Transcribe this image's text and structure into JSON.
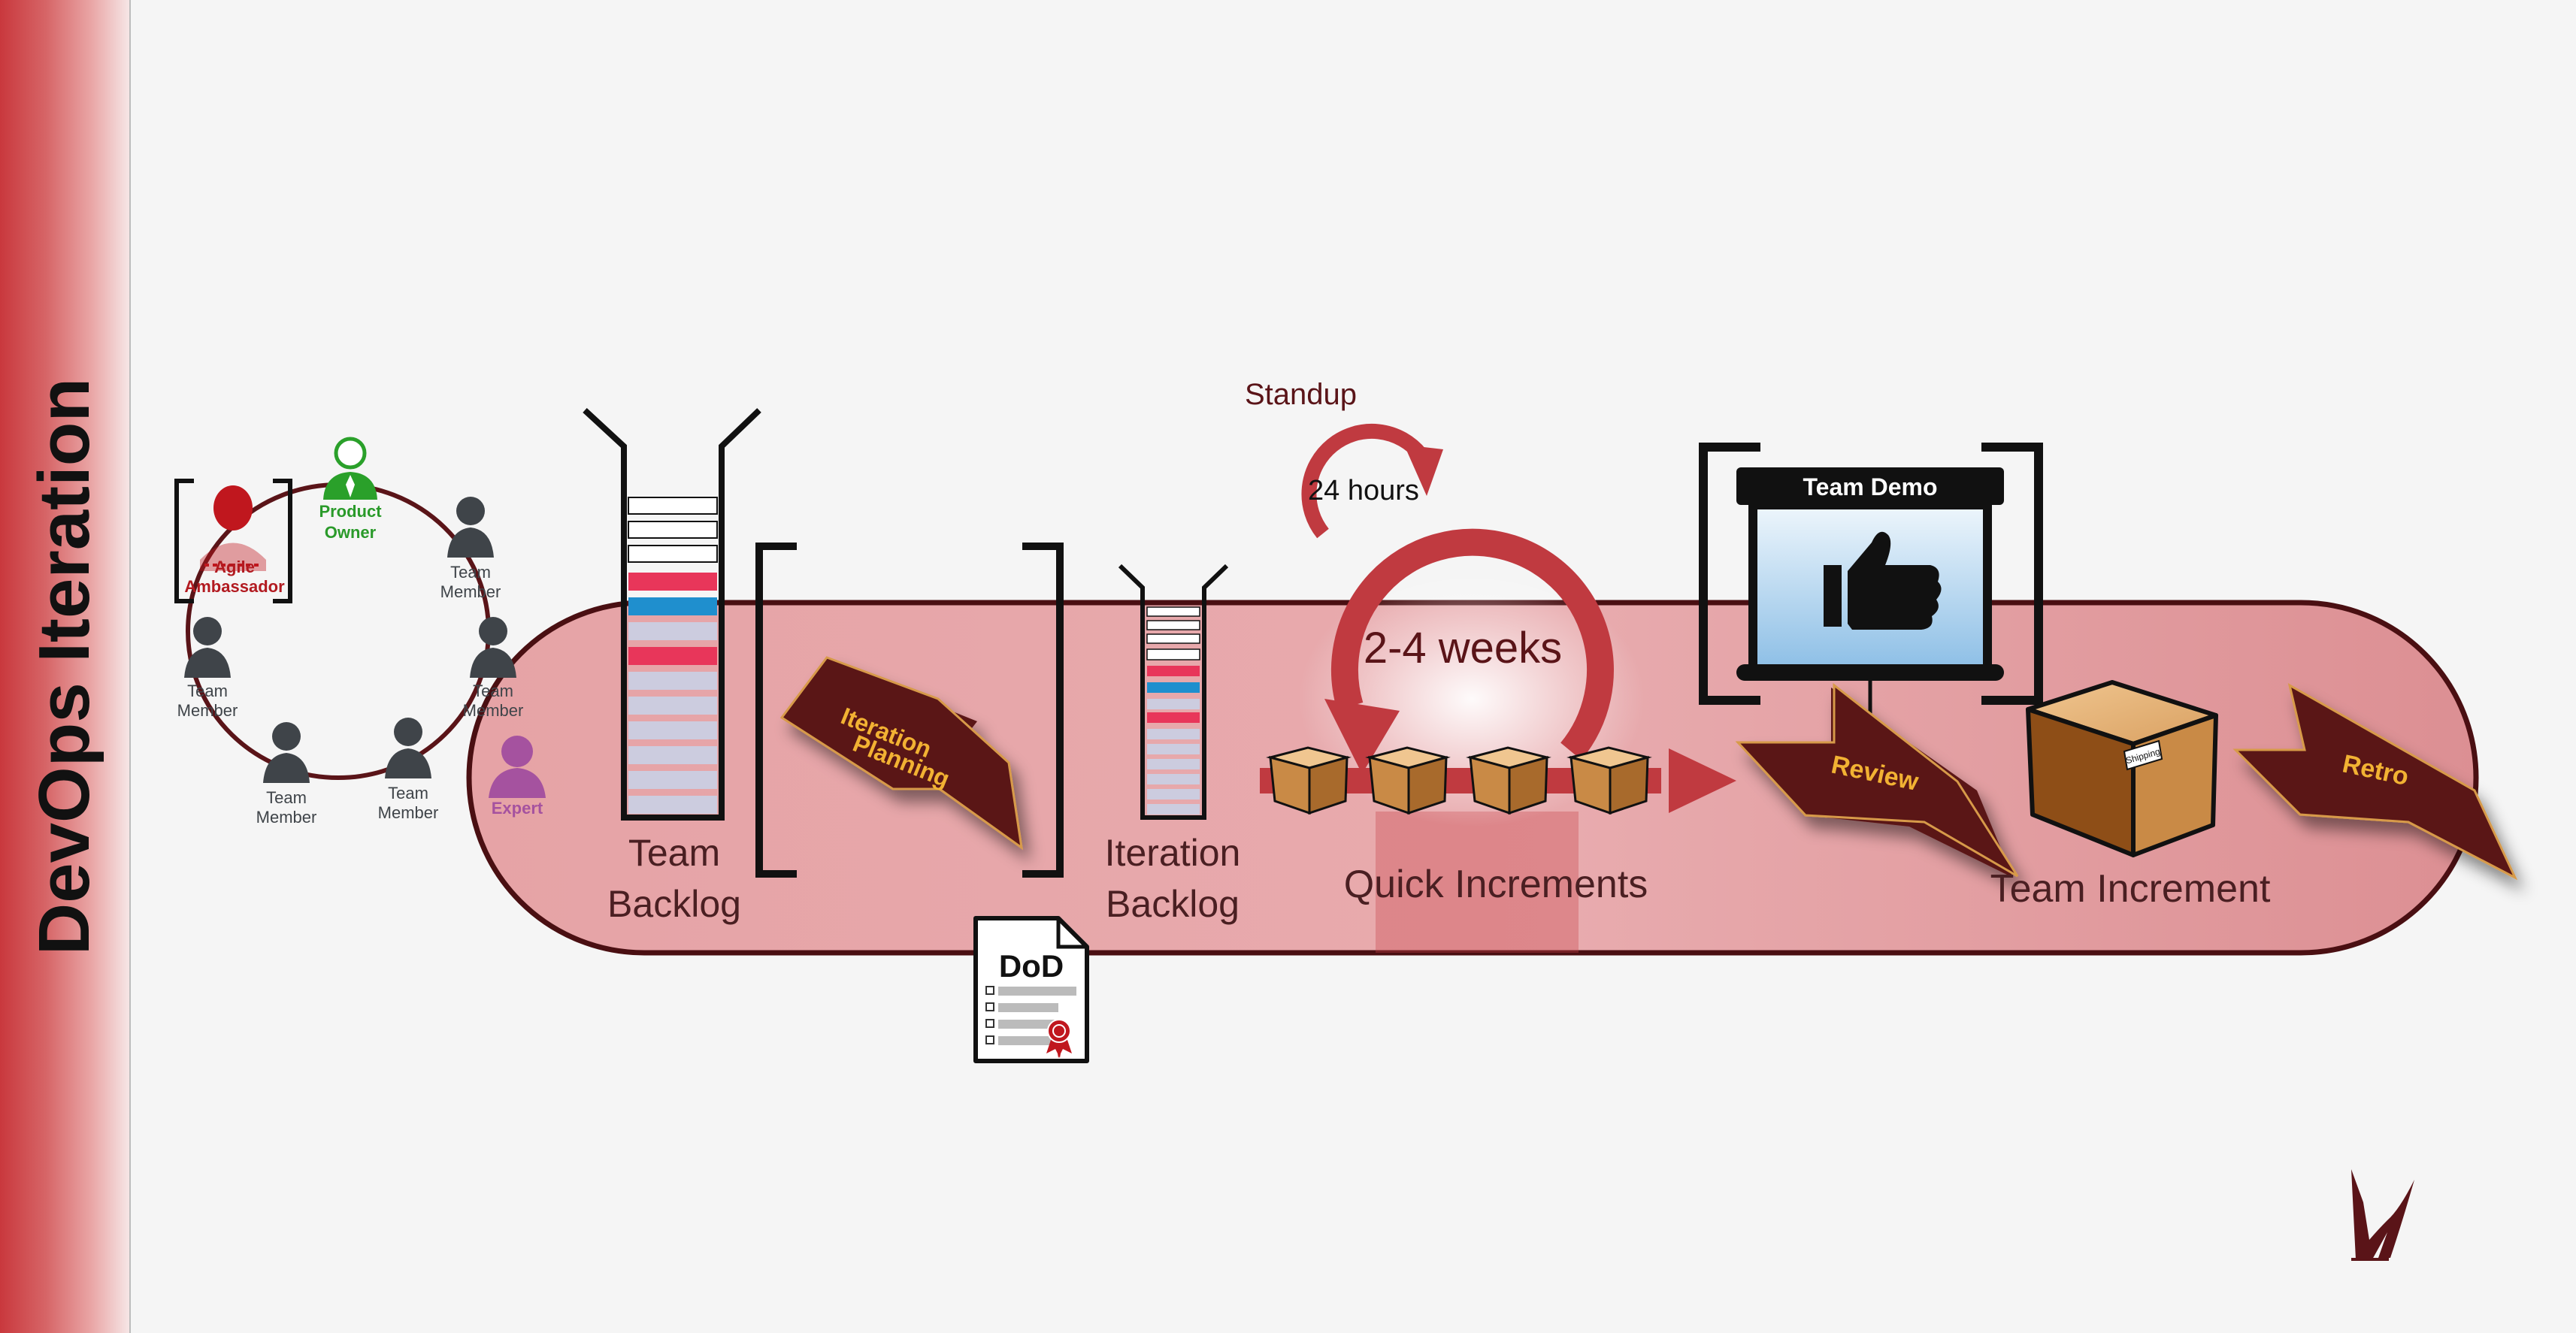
{
  "sidebar": {
    "title": "DevOps Iteration"
  },
  "team": {
    "agile_ambassador": [
      "Agile",
      "Ambassador"
    ],
    "product_owner": [
      "Product",
      "Owner"
    ],
    "member_line1": "Team",
    "member_line2": "Member",
    "expert": "Expert"
  },
  "backlogs": {
    "team": [
      "Team",
      "Backlog"
    ],
    "iteration": [
      "Iteration",
      "Backlog"
    ]
  },
  "steps": {
    "planning": [
      "Iteration",
      "Planning"
    ],
    "review": "Review",
    "retro": "Retro"
  },
  "cycle": {
    "standup": "Standup",
    "daily": "24 hours",
    "iteration_length": "2-4 weeks",
    "increments_label": "Quick Increments"
  },
  "dod": {
    "label": "DoD"
  },
  "demo": {
    "title": "Team Demo"
  },
  "increment": {
    "label": "Team Increment",
    "box_tag": "Shipping"
  },
  "colors": {
    "dark_red": "#5a1418",
    "accent_red": "#c03a40",
    "band_pink": "#e4a0a3",
    "arrow_text": "#f2b233",
    "owner_green": "#2aa02a",
    "ambassador_red": "#c0171e",
    "expert_purple": "#a5529f",
    "member_gray": "#3f4449"
  }
}
